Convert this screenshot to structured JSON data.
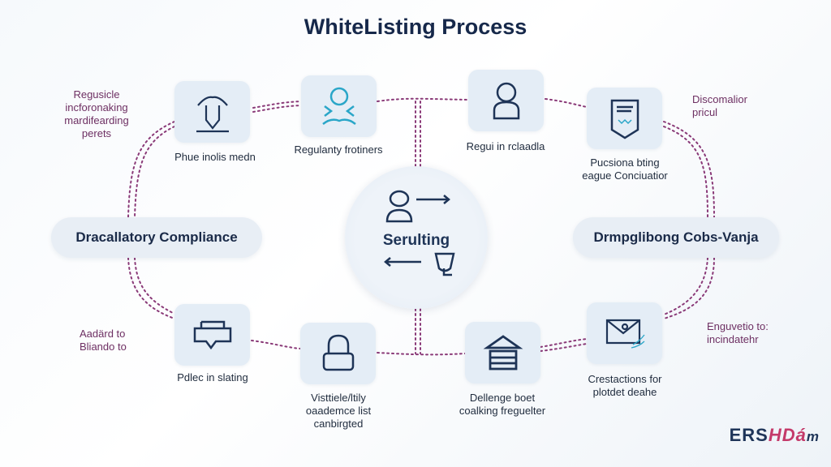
{
  "title": "WhiteListing Process",
  "hub": {
    "label": "Serulting"
  },
  "pills": {
    "left": "Dracallatory Compliance",
    "right": "Drmpglibong Cobs-Vanja"
  },
  "cards": [
    {
      "icon": "figure-icon",
      "lines": [
        "Phue inolis medn"
      ]
    },
    {
      "icon": "network-icon",
      "lines": [
        "Regulanty frotiners"
      ]
    },
    {
      "icon": "user-icon",
      "lines": [
        "Regui in rclaadla"
      ]
    },
    {
      "icon": "document-shield-icon",
      "lines": [
        "Pucsiona bting",
        "eague Conciuatior"
      ]
    },
    {
      "icon": "chat-bubble-icon",
      "lines": [
        "Pdlec in slating"
      ]
    },
    {
      "icon": "lock-icon",
      "lines": [
        "Visttiele/ltily",
        "oaademce list",
        "canbirgted"
      ]
    },
    {
      "icon": "building-icon",
      "lines": [
        "Dellenge boet",
        "coalking freguelter"
      ]
    },
    {
      "icon": "envelope-icon",
      "lines": [
        "Crestactions for",
        "plotdet deahe"
      ]
    }
  ],
  "side_notes": {
    "top_left": [
      "Regusicle",
      "incforonaking",
      "mardifearding",
      "perets"
    ],
    "top_right": [
      "Discomalior",
      "pricul"
    ],
    "bottom_left": [
      "Aadärd to",
      "Bliando to"
    ],
    "bottom_right": [
      "Enguvetio to:",
      "incindatehr"
    ]
  },
  "logo": {
    "part1": "ERS",
    "part2": "HDá",
    "part3": "m"
  },
  "colors": {
    "navy": "#16284a",
    "accent": "#8a3a78",
    "card": "#e4edf6"
  }
}
